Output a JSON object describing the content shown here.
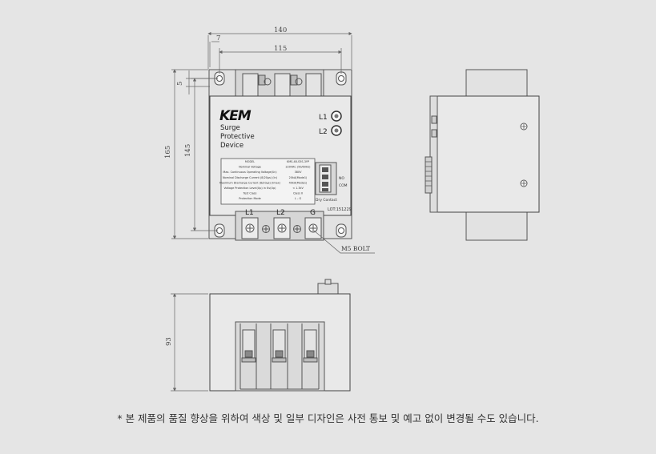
{
  "dimensions": {
    "overall_width": "140",
    "mount_pitch": "115",
    "edge_offset": "7",
    "hole_offset": "5",
    "overall_height": "165",
    "mount_height": "145",
    "depth": "93"
  },
  "front": {
    "brand": "KEM",
    "product_lines": [
      "Surge",
      "Protective",
      "Device"
    ],
    "indicators": [
      "L1",
      "L2"
    ],
    "terminal_labels": [
      "L1",
      "L2",
      "G"
    ],
    "lot": "LOT:151229",
    "contact_labels": [
      "NO",
      "COM"
    ],
    "dry_contact": "Dry Contact",
    "bolt_label": "M5 BOLT"
  },
  "spec_table": [
    {
      "label": "MODEL",
      "value": "KMS-48-S5S-3YP"
    },
    {
      "label": "Nominal Voltage",
      "value": "220VAC (50/60Hz)"
    },
    {
      "label": "Max. Continuous Operating Voltage(Uc)",
      "value": "380V"
    },
    {
      "label": "Nominal Discharge Current (8/20μs) (In)",
      "value": "20kA(Mode1)"
    },
    {
      "label": "Maximum Discharge Current (8/20μs) (Imax)",
      "value": "40kA(Mode1)"
    },
    {
      "label": "Voltage Protection Level(Up) in Kv(Up)",
      "value": "< 1.3kV"
    },
    {
      "label": "Test Class",
      "value": "Class II"
    },
    {
      "label": "Protection Mode",
      "value": "L – G"
    }
  ],
  "footnote": "* 본 제품의 품질 향상을 위하여 색상 및 일부 디자인은 사전 통보 및 예고 없이 변경될 수도 있습니다."
}
